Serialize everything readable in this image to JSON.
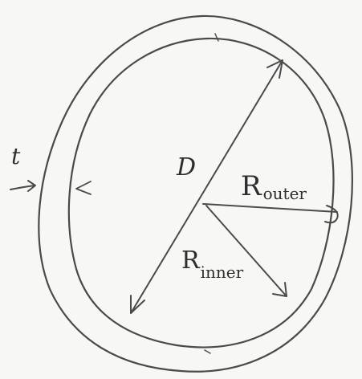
{
  "diagram": {
    "labels": {
      "diameter": "D",
      "thickness": "t",
      "outer_radius_main": "R",
      "outer_radius_sub": "outer",
      "inner_radius_main": "R",
      "inner_radius_sub": "inner"
    },
    "colors": {
      "paper": "#f7f7f6",
      "pencil": "#4a4a4a",
      "text": "#2e2e2e"
    }
  }
}
